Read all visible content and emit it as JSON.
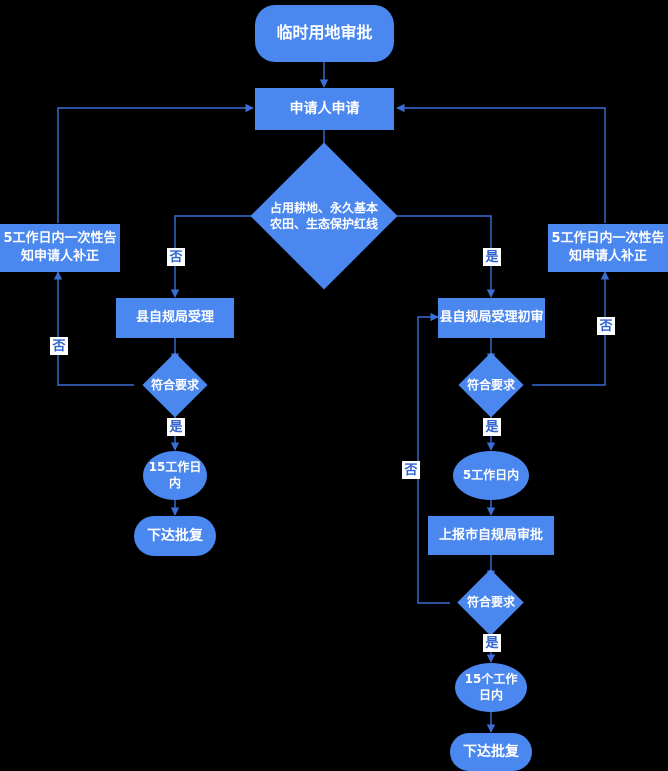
{
  "diagram": {
    "title": "临时用地审批",
    "theme": {
      "node_fill": "#4a87ee",
      "node_text": "#ffffff",
      "edge_color": "#3a6fd8",
      "label_text": "#2f63cf",
      "label_bg": "#ffffff",
      "background": "#000000"
    },
    "nodes": [
      {
        "id": "start",
        "label": "临时用地审批"
      },
      {
        "id": "apply",
        "label": "申请人申请"
      },
      {
        "id": "decide_land",
        "label": "占用耕地、永久基本农田、生态保护红线"
      },
      {
        "id": "fix_left",
        "label": "5工作日内一次性告知申请人补正"
      },
      {
        "id": "fix_right",
        "label": "5工作日内一次性告知申请人补正"
      },
      {
        "id": "county_accept",
        "label": "县自规局受理"
      },
      {
        "id": "county_first",
        "label": "县自规局受理初审"
      },
      {
        "id": "check_left",
        "label": "符合要求"
      },
      {
        "id": "check_right",
        "label": "符合要求"
      },
      {
        "id": "days15_left",
        "label": "15工作日内"
      },
      {
        "id": "days5_right",
        "label": "5工作日内"
      },
      {
        "id": "reply_left",
        "label": "下达批复"
      },
      {
        "id": "report_city",
        "label": "上报市自规局审批"
      },
      {
        "id": "check_city",
        "label": "符合要求"
      },
      {
        "id": "days15_city",
        "label": "15个工作日内"
      },
      {
        "id": "reply_right",
        "label": "下达批复"
      }
    ],
    "edge_labels": [
      {
        "id": "no_to_county",
        "text": "否"
      },
      {
        "id": "yes_to_first",
        "text": "是"
      },
      {
        "id": "no_left_loop",
        "text": "否"
      },
      {
        "id": "yes_left_days",
        "text": "是"
      },
      {
        "id": "no_right_loop",
        "text": "否"
      },
      {
        "id": "yes_right_days",
        "text": "是"
      },
      {
        "id": "no_city_loop",
        "text": "否"
      },
      {
        "id": "yes_city_days",
        "text": "是"
      }
    ]
  }
}
